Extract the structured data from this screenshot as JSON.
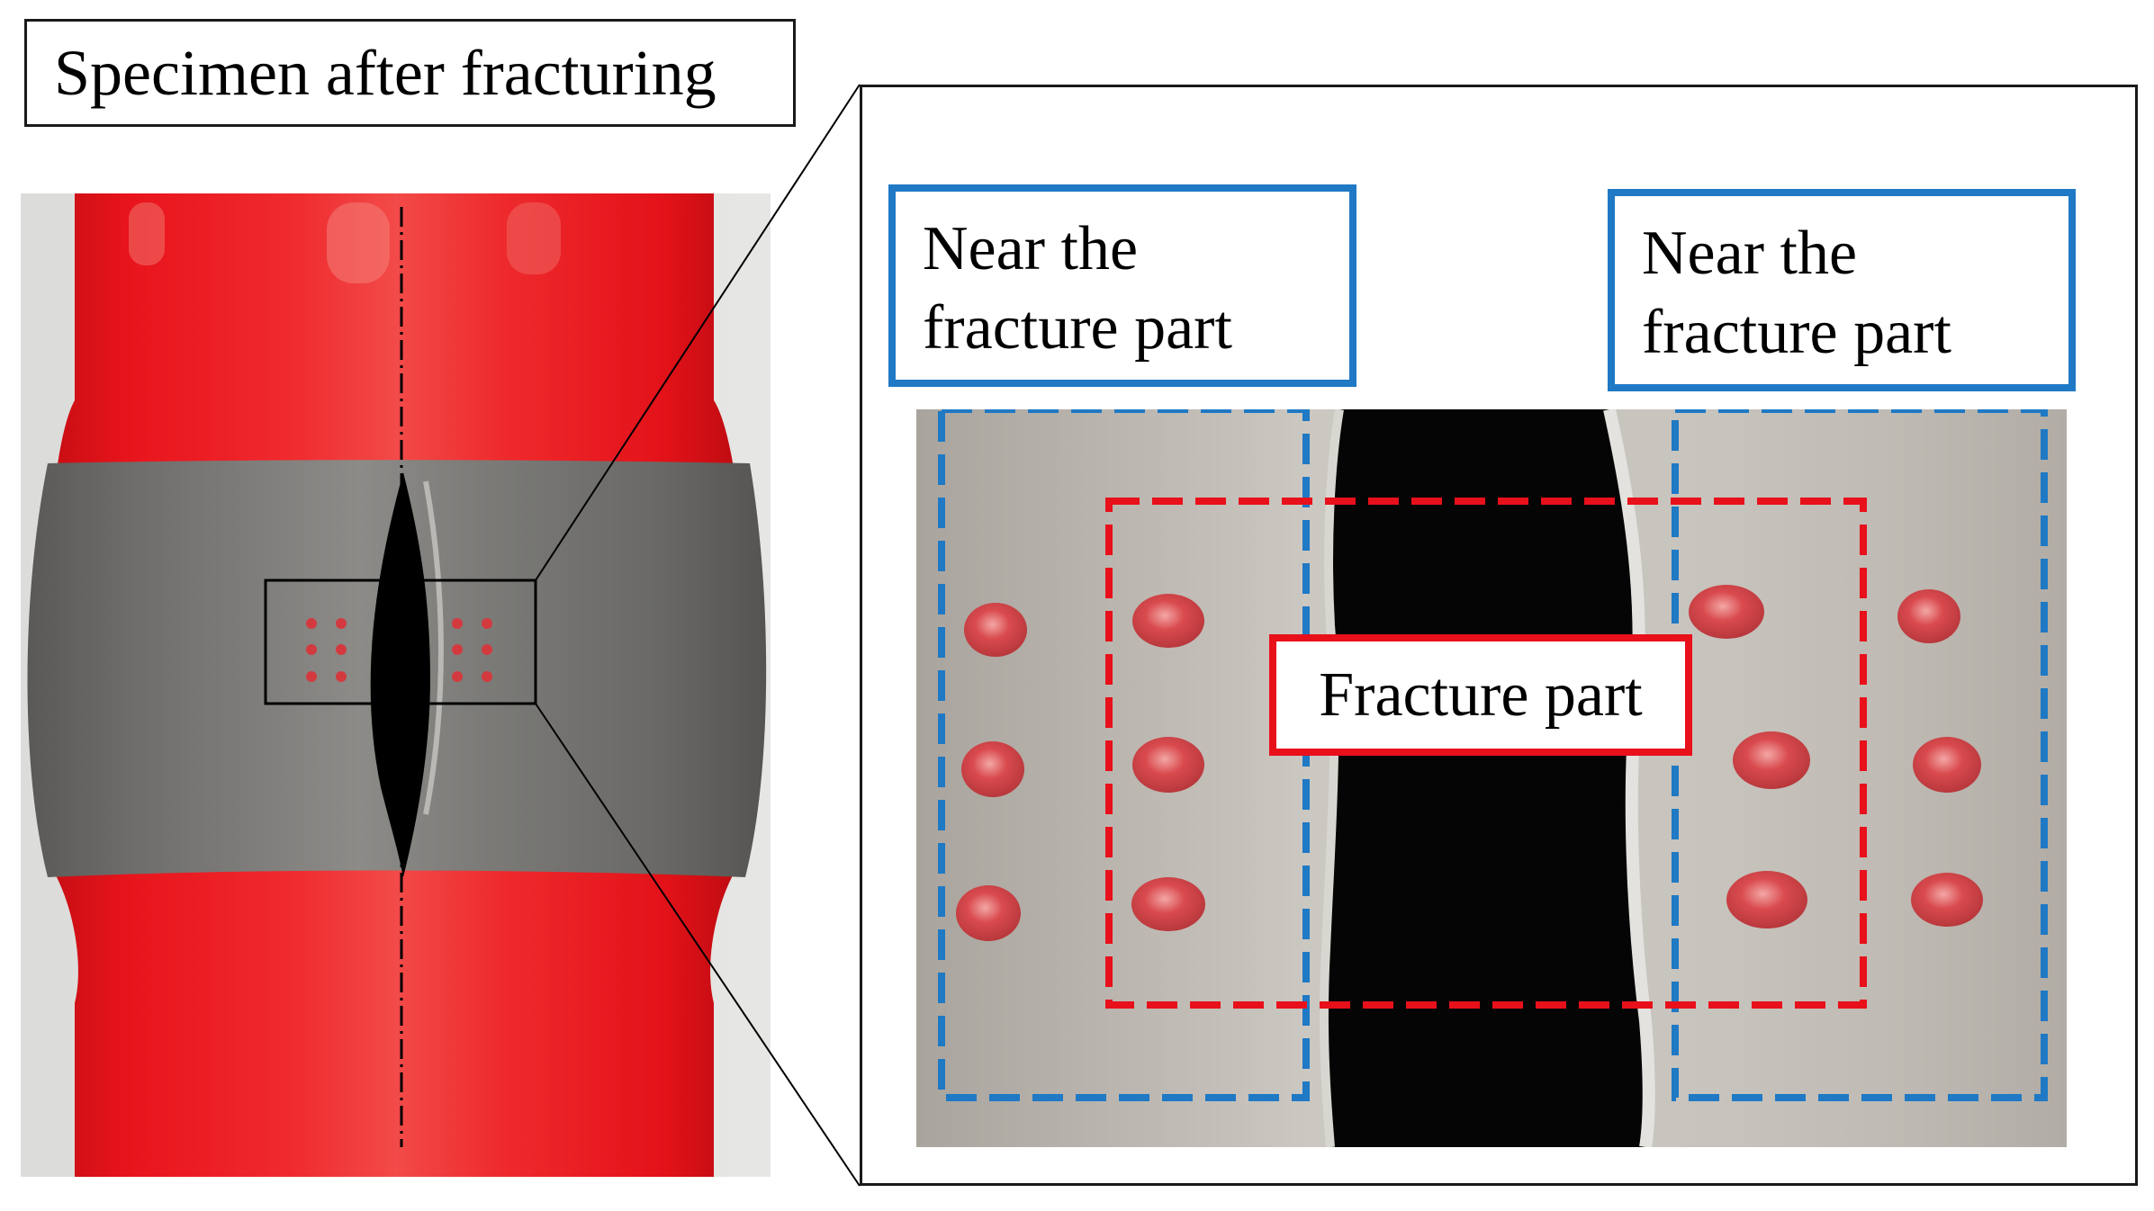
{
  "figure": {
    "title": "Specimen after fracturing",
    "labels": {
      "near_left": [
        "Near the",
        "fracture part"
      ],
      "near_right": [
        "Near the",
        "fracture part"
      ],
      "fracture": "Fracture part"
    },
    "colors": {
      "specimen_red": "#e8141c",
      "specimen_band_gray": "#757472",
      "crack_black": "#000000",
      "near_box_blue": "#1f79c4",
      "fracture_box_red": "#e8101a",
      "surface_gray": "#bdb8b1",
      "dot_red": "#d33a3f"
    }
  }
}
